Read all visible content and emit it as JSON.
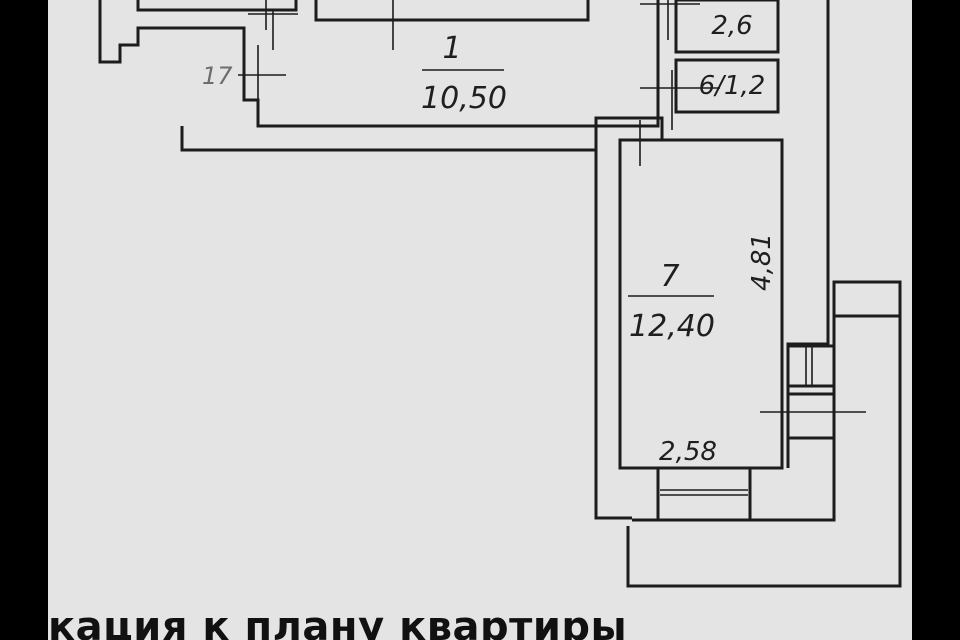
{
  "plan": {
    "rooms": [
      {
        "number": "1",
        "area": "10,50"
      },
      {
        "number": "7",
        "area": "12,40"
      },
      {
        "label": "2,6"
      },
      {
        "label": "6/1,2"
      }
    ],
    "dimensions": {
      "left_edge": "17",
      "room7_height": "4,81",
      "room7_width": "2,58"
    }
  },
  "caption": "кация к плану квартиры"
}
